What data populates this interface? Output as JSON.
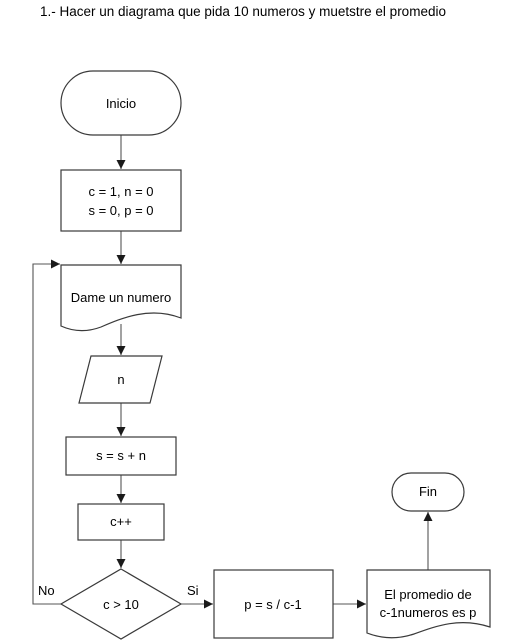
{
  "title": "1.- Hacer un diagrama que pida 10 numeros y muetstre el promedio",
  "nodes": {
    "inicio": "Inicio",
    "init_line1": "c = 1, n = 0",
    "init_line2": "s = 0, p = 0",
    "prompt": "Dame un numero",
    "input_n": "n",
    "sum": "s = s + n",
    "increment": "c++",
    "decision": "c > 10",
    "average": "p = s / c-1",
    "output_line1": "El promedio de",
    "output_line2": "c-1numeros es p",
    "fin": "Fin"
  },
  "branches": {
    "yes": "Si",
    "no": "No"
  }
}
